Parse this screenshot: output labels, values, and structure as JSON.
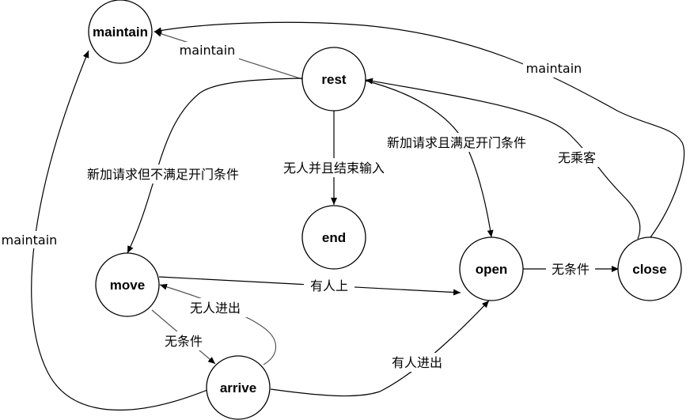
{
  "diagram": {
    "nodes": {
      "maintain": "maintain",
      "rest": "rest",
      "end": "end",
      "move": "move",
      "open": "open",
      "close": "close",
      "arrive": "arrive"
    },
    "edges": {
      "rest_to_maintain": "maintain",
      "close_to_maintain": "maintain",
      "arrive_to_maintain": "maintain",
      "rest_to_move": "新加请求但不满足开门条件",
      "rest_to_end": "无人并且结束输入",
      "rest_to_open": "新加请求且满足开门条件",
      "close_to_rest": "无乘客",
      "move_to_open": "有人上",
      "open_to_close": "无条件",
      "arrive_to_move": "无人进出",
      "move_to_arrive": "无条件",
      "arrive_to_open": "有人进出"
    },
    "colors": {
      "stroke": "#000000",
      "soft_stroke": "#555555",
      "background": "#ffffff"
    }
  }
}
